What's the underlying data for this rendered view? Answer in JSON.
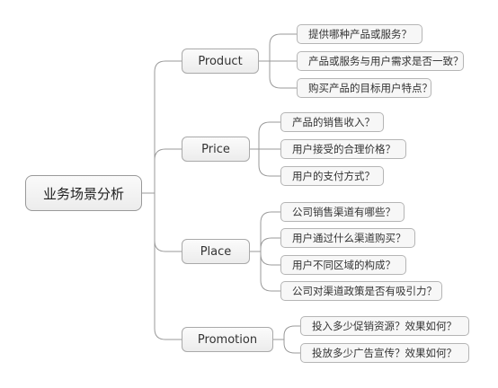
{
  "root": {
    "label": "业务场景分析"
  },
  "branches": [
    {
      "label": "Product",
      "items": [
        "提供哪种产品或服务？",
        "产品或服务与用户需求是否一致？",
        "购买产品的目标用户特点？"
      ]
    },
    {
      "label": "Price",
      "items": [
        "产品的销售收入？",
        "用户接受的合理价格？",
        "用户的支付方式？"
      ]
    },
    {
      "label": "Place",
      "items": [
        "公司销售渠道有哪些？",
        "用户通过什么渠道购买？",
        "用户不同区域的构成？",
        "公司对渠道政策是否有吸引力？"
      ]
    },
    {
      "label": "Promotion",
      "items": [
        "投入多少促销资源？效果如何？",
        "投放多少广告宣传？效果如何？"
      ]
    }
  ],
  "colors": {
    "line": "#9a9a9a",
    "border": "#a9a9a9",
    "fill": "#f4f4f4",
    "text": "#333333"
  }
}
